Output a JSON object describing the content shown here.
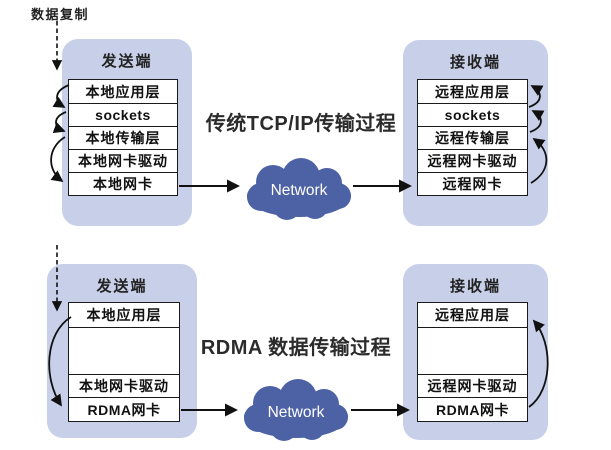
{
  "colors": {
    "panel_fill": "#c8d0e9",
    "cloud_fill": "#4d61a5",
    "box_border": "#1a1a1a",
    "arrow": "#111111",
    "text": "#1f1f1f"
  },
  "top_diagram": {
    "copy_label": "数据复制",
    "title": "传统TCP/IP传输过程",
    "network_label": "Network",
    "sender": {
      "title": "发送端",
      "layers": [
        "本地应用层",
        "sockets",
        "本地传输层",
        "本地网卡驱动",
        "本地网卡"
      ]
    },
    "receiver": {
      "title": "接收端",
      "layers": [
        "远程应用层",
        "sockets",
        "远程传输层",
        "远程网卡驱动",
        "远程网卡"
      ]
    }
  },
  "bottom_diagram": {
    "title": "RDMA 数据传输过程",
    "network_label": "Network",
    "sender": {
      "title": "发送端",
      "layers": [
        "本地应用层",
        "",
        "本地网卡驱动",
        "RDMA网卡"
      ]
    },
    "receiver": {
      "title": "接收端",
      "layers": [
        "远程应用层",
        "",
        "远程网卡驱动",
        "RDMA网卡"
      ]
    }
  }
}
